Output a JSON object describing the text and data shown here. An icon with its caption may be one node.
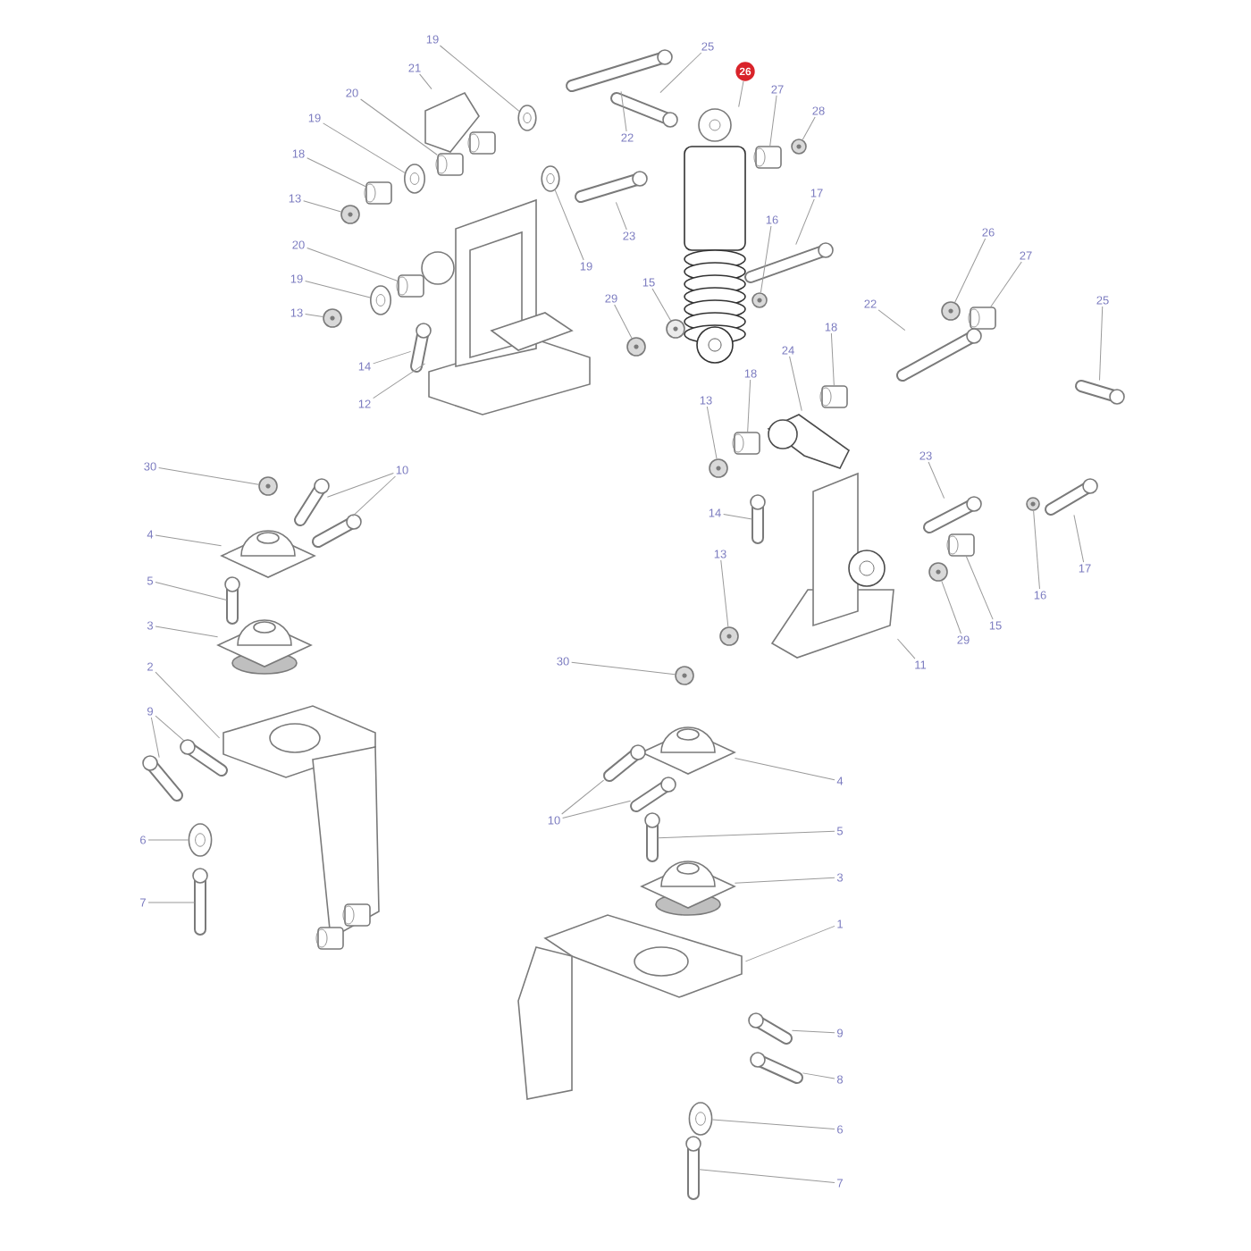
{
  "diagram": {
    "nodes": [
      {
        "text": [
          "19"
        ]
      },
      {
        "text": [
          "21"
        ]
      },
      {
        "text": [
          "20"
        ]
      },
      {
        "text": [
          "19"
        ]
      },
      {
        "text": [
          "18"
        ]
      },
      {
        "text": [
          "13"
        ]
      },
      {
        "text": [
          "20"
        ]
      },
      {
        "text": [
          "19"
        ]
      },
      {
        "text": [
          "13"
        ]
      },
      {
        "text": [
          "14"
        ]
      },
      {
        "text": [
          "12"
        ]
      },
      {
        "text": [
          "22"
        ]
      },
      {
        "text": [
          "25"
        ]
      },
      {
        "text": [
          "26"
        ]
      },
      {
        "text": [
          "27"
        ]
      },
      {
        "text": [
          "28"
        ]
      },
      {
        "text": [
          "23"
        ]
      },
      {
        "text": [
          "19"
        ]
      },
      {
        "text": [
          "15"
        ]
      },
      {
        "text": [
          "29"
        ]
      },
      {
        "text": [
          "16"
        ]
      },
      {
        "text": [
          "17"
        ]
      },
      {
        "text": [
          "26"
        ]
      },
      {
        "text": [
          "27"
        ]
      },
      {
        "text": [
          "22"
        ]
      },
      {
        "text": [
          "25"
        ]
      },
      {
        "text": [
          "18"
        ]
      },
      {
        "text": [
          "24"
        ]
      },
      {
        "text": [
          "18"
        ]
      },
      {
        "text": [
          "13"
        ]
      },
      {
        "text": [
          "14"
        ]
      },
      {
        "text": [
          "23"
        ]
      },
      {
        "text": [
          "13"
        ]
      },
      {
        "text": [
          "29"
        ]
      },
      {
        "text": [
          "15"
        ]
      },
      {
        "text": [
          "16"
        ]
      },
      {
        "text": [
          "17"
        ]
      },
      {
        "text": [
          "11"
        ]
      },
      {
        "text": [
          "30"
        ]
      },
      {
        "text": [
          "10"
        ]
      },
      {
        "text": [
          "4"
        ]
      },
      {
        "text": [
          "5"
        ]
      },
      {
        "text": [
          "3"
        ]
      },
      {
        "text": [
          "2"
        ]
      },
      {
        "text": [
          "9"
        ]
      },
      {
        "text": [
          "6"
        ]
      },
      {
        "text": [
          "7"
        ]
      },
      {
        "text": [
          "30"
        ]
      },
      {
        "text": [
          "4"
        ]
      },
      {
        "text": [
          "10"
        ]
      },
      {
        "text": [
          "5"
        ]
      },
      {
        "text": [
          "3"
        ]
      },
      {
        "text": [
          "1"
        ]
      },
      {
        "text": [
          "9"
        ]
      },
      {
        "text": [
          "8"
        ]
      },
      {
        "text": [
          "6"
        ]
      },
      {
        "text": [
          "7"
        ]
      },
      {
        "text": [],
        "shape": "cylinder"
      },
      {
        "text": [],
        "shape": "cylinder"
      },
      {
        "text": [],
        "shape": "cylinder"
      },
      {
        "text": [],
        "shape": "cylinder"
      },
      {
        "text": [],
        "shape": "bar"
      },
      {
        "text": [],
        "shape": "cylinder"
      },
      {
        "text": [],
        "shape": "circle"
      },
      {
        "text": [],
        "shape": "ring"
      },
      {
        "text": [],
        "shape": "circle"
      },
      {
        "text": [],
        "shape": "ring"
      },
      {
        "text": [],
        "shape": "picture"
      },
      {
        "text": [],
        "shape": "ring"
      },
      {
        "text": [],
        "shape": "circle"
      },
      {
        "text": [],
        "shape": "bar"
      },
      {
        "text": [],
        "shape": "picture"
      },
      {
        "text": [],
        "shape": "bar"
      },
      {
        "text": [],
        "shape": "bar"
      },
      {
        "text": [],
        "shape": "picture"
      },
      {
        "text": [],
        "shape": "circle"
      },
      {
        "text": [],
        "shape": "bar"
      },
      {
        "text": [],
        "shape": "ring"
      },
      {
        "text": [],
        "shape": "circle"
      },
      {
        "text": [],
        "shape": "circle"
      },
      {
        "text": [],
        "shape": "circle"
      },
      {
        "text": [],
        "shape": "circle"
      },
      {
        "text": [],
        "shape": "cylinder"
      },
      {
        "text": [],
        "shape": "bar"
      },
      {
        "text": [],
        "shape": "bar"
      },
      {
        "text": [],
        "shape": "cylinder"
      },
      {
        "text": [],
        "shape": "picture"
      },
      {
        "text": [],
        "shape": "bar"
      },
      {
        "text": [],
        "shape": "bar"
      },
      {
        "text": [],
        "shape": "circle"
      },
      {
        "text": [],
        "shape": "circle"
      },
      {
        "text": [],
        "shape": "cylinder"
      },
      {
        "text": [],
        "shape": "circle"
      },
      {
        "text": [],
        "shape": "bar"
      },
      {
        "text": [],
        "shape": "picture"
      },
      {
        "text": [],
        "shape": "circle"
      },
      {
        "text": [],
        "shape": "bar"
      },
      {
        "text": [],
        "shape": "bar"
      },
      {
        "text": [],
        "shape": "picture"
      },
      {
        "text": [],
        "shape": "bar"
      },
      {
        "text": [],
        "shape": "picture"
      },
      {
        "text": [],
        "shape": "picture"
      },
      {
        "text": [],
        "shape": "bar"
      },
      {
        "text": [],
        "shape": "bar"
      },
      {
        "text": [],
        "shape": "ring"
      },
      {
        "text": [],
        "shape": "bar"
      },
      {
        "text": [],
        "shape": "circle"
      },
      {
        "text": [],
        "shape": "picture"
      },
      {
        "text": [],
        "shape": "bar"
      },
      {
        "text": [],
        "shape": "bar"
      },
      {
        "text": [],
        "shape": "bar"
      },
      {
        "text": [],
        "shape": "picture"
      },
      {
        "text": [],
        "shape": "picture"
      },
      {
        "text": [],
        "shape": "bar"
      },
      {
        "text": [],
        "shape": "bar"
      },
      {
        "text": [],
        "shape": "ring"
      },
      {
        "text": [],
        "shape": "bar"
      }
    ],
    "edges": [
      {
        "from": 0,
        "to": 66,
        "arrow": "none"
      },
      {
        "from": 1,
        "to": 67,
        "arrow": "none"
      },
      {
        "from": 2,
        "to": 57,
        "arrow": "none"
      },
      {
        "from": 3,
        "to": 64,
        "arrow": "none"
      },
      {
        "from": 4,
        "to": 58,
        "arrow": "none"
      },
      {
        "from": 5,
        "to": 65,
        "arrow": "none"
      },
      {
        "from": 6,
        "to": 59,
        "arrow": "none"
      },
      {
        "from": 7,
        "to": 68,
        "arrow": "none"
      },
      {
        "from": 8,
        "to": 69,
        "arrow": "none"
      },
      {
        "from": 9,
        "to": 70,
        "arrow": "none"
      },
      {
        "from": 10,
        "to": 71,
        "arrow": "none"
      },
      {
        "from": 11,
        "to": 72,
        "arrow": "none"
      },
      {
        "from": 12,
        "to": 73,
        "arrow": "none"
      },
      {
        "from": 13,
        "to": 74,
        "arrow": "none"
      },
      {
        "from": 14,
        "to": 60,
        "arrow": "none"
      },
      {
        "from": 15,
        "to": 75,
        "arrow": "none"
      },
      {
        "from": 16,
        "to": 76,
        "arrow": "none"
      },
      {
        "from": 17,
        "to": 77,
        "arrow": "none"
      },
      {
        "from": 18,
        "to": 78,
        "arrow": "none"
      },
      {
        "from": 19,
        "to": 79,
        "arrow": "none"
      },
      {
        "from": 20,
        "to": 80,
        "arrow": "none"
      },
      {
        "from": 21,
        "to": 61,
        "arrow": "none"
      },
      {
        "from": 22,
        "to": 81,
        "arrow": "none"
      },
      {
        "from": 23,
        "to": 82,
        "arrow": "none"
      },
      {
        "from": 24,
        "to": 83,
        "arrow": "none"
      },
      {
        "from": 25,
        "to": 84,
        "arrow": "none"
      },
      {
        "from": 26,
        "to": 85,
        "arrow": "none"
      },
      {
        "from": 27,
        "to": 86,
        "arrow": "none"
      },
      {
        "from": 28,
        "to": 62,
        "arrow": "none"
      },
      {
        "from": 29,
        "to": 63,
        "arrow": "none"
      },
      {
        "from": 30,
        "to": 87,
        "arrow": "none"
      },
      {
        "from": 31,
        "to": 88,
        "arrow": "none"
      },
      {
        "from": 32,
        "to": 89,
        "arrow": "none"
      },
      {
        "from": 33,
        "to": 90,
        "arrow": "none"
      },
      {
        "from": 34,
        "to": 91,
        "arrow": "none"
      },
      {
        "from": 35,
        "to": 92,
        "arrow": "none"
      },
      {
        "from": 36,
        "to": 93,
        "arrow": "none"
      },
      {
        "from": 37,
        "to": 94,
        "arrow": "none"
      },
      {
        "from": 38,
        "to": 95,
        "arrow": "none"
      },
      {
        "from": 39,
        "to": 96,
        "arrow": "none"
      },
      {
        "from": 39,
        "to": 97,
        "arrow": "none"
      },
      {
        "from": 40,
        "to": 98,
        "arrow": "none"
      },
      {
        "from": 41,
        "to": 99,
        "arrow": "none"
      },
      {
        "from": 42,
        "to": 100,
        "arrow": "none"
      },
      {
        "from": 43,
        "to": 101,
        "arrow": "none"
      },
      {
        "from": 44,
        "to": 102,
        "arrow": "none"
      },
      {
        "from": 44,
        "to": 103,
        "arrow": "none"
      },
      {
        "from": 45,
        "to": 104,
        "arrow": "none"
      },
      {
        "from": 46,
        "to": 105,
        "arrow": "none"
      },
      {
        "from": 47,
        "to": 106,
        "arrow": "none"
      },
      {
        "from": 48,
        "to": 107,
        "arrow": "none"
      },
      {
        "from": 49,
        "to": 108,
        "arrow": "none"
      },
      {
        "from": 49,
        "to": 109,
        "arrow": "none"
      },
      {
        "from": 50,
        "to": 110,
        "arrow": "none"
      },
      {
        "from": 51,
        "to": 111,
        "arrow": "none"
      },
      {
        "from": 52,
        "to": 112,
        "arrow": "none"
      },
      {
        "from": 53,
        "to": 113,
        "arrow": "none"
      },
      {
        "from": 54,
        "to": 114,
        "arrow": "none"
      },
      {
        "from": 55,
        "to": 115,
        "arrow": "none"
      },
      {
        "from": 56,
        "to": 116,
        "arrow": "none"
      }
    ]
  }
}
